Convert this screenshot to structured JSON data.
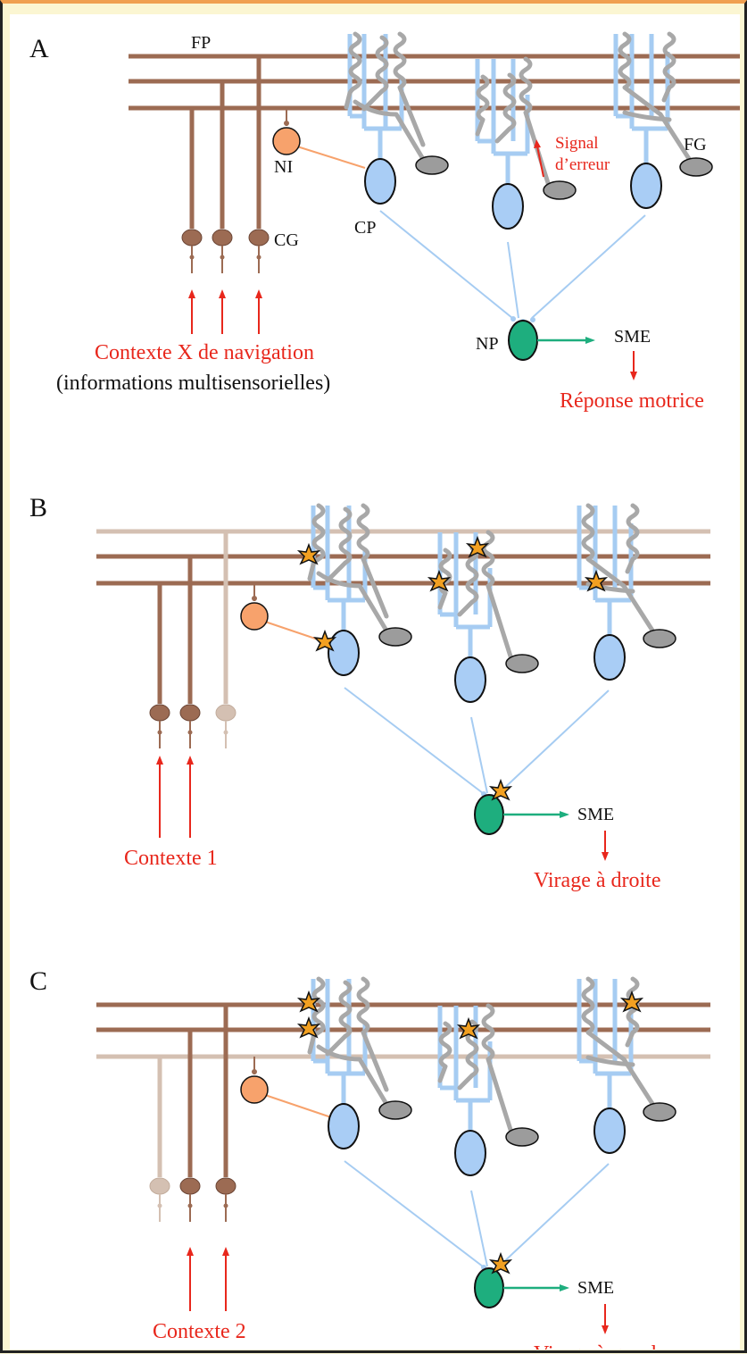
{
  "colors": {
    "fiber": "#9C6B53",
    "fiber_faded": "#D4C0B2",
    "purkinje": "#A6CCF2",
    "purkinje_body": "#A9CDF5",
    "climbing": "#A8A8A8",
    "olive": "#9C9C9C",
    "interneuron": "#F7A26C",
    "nucleus": "#1EAE7E",
    "arrow_red": "#E8271C",
    "text_red": "#E8271C",
    "star": "#F2A021",
    "background": "#FBF6D2"
  },
  "panels": [
    {
      "letter": "A",
      "labels": {
        "fp": "FP",
        "ni": "NI",
        "cp": "CP",
        "fg": "FG",
        "cg": "CG",
        "np": "NP",
        "sme": "SME",
        "error_signal_1": "Signal",
        "error_signal_2": "d’erreur",
        "context": "Contexte X de navigation",
        "context_sub": "(informations multisensorielles)",
        "output": "Réponse motrice"
      }
    },
    {
      "letter": "B",
      "labels": {
        "sme": "SME",
        "context": "Contexte 1",
        "output": "Virage à droite"
      }
    },
    {
      "letter": "C",
      "labels": {
        "sme": "SME",
        "context": "Contexte 2",
        "output": "Virage à gauche"
      }
    }
  ]
}
